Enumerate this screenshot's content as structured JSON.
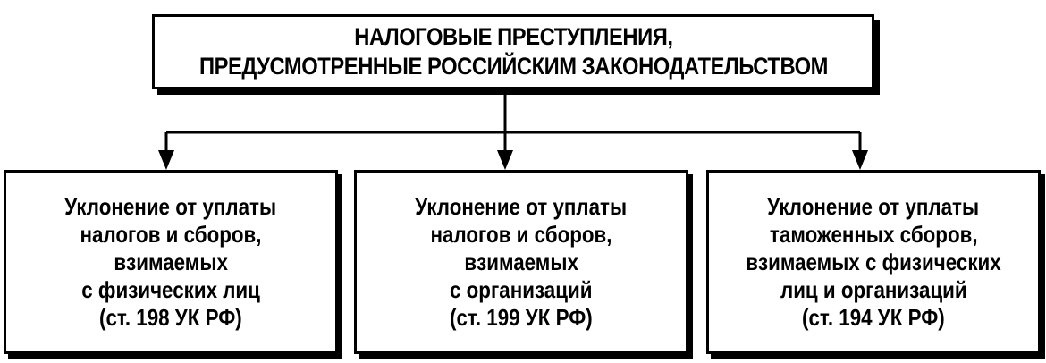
{
  "header": {
    "lines": [
      "НАЛОГОВЫЕ ПРЕСТУПЛЕНИЯ,",
      "ПРЕДУСМОТРЕННЫЕ РОССИЙСКИМ ЗАКОНОДАТЕЛЬСТВОМ"
    ]
  },
  "boxes": [
    {
      "lines": [
        "Уклонение от уплаты",
        "налогов и сборов,",
        "взимаемых",
        "с физических лиц",
        "(ст. 198 УК РФ)"
      ]
    },
    {
      "lines": [
        "Уклонение от уплаты",
        "налогов и сборов,",
        "взимаемых",
        "с организаций",
        "(ст. 199 УК РФ)"
      ]
    },
    {
      "lines": [
        "Уклонение от уплаты",
        "таможенных сборов,",
        "взимаемых с физических",
        "лиц и организаций",
        "(ст. 194 УК РФ)"
      ]
    }
  ]
}
